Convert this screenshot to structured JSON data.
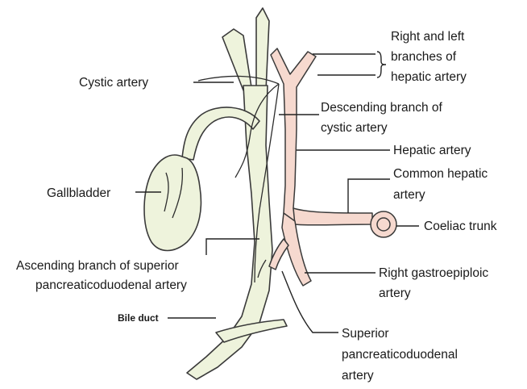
{
  "labels": {
    "right_left_branches": [
      "Right and left",
      "branches of",
      "hepatic artery"
    ],
    "cystic_artery": "Cystic artery",
    "descending_branch": [
      "Descending branch of",
      "cystic artery"
    ],
    "hepatic_artery": "Hepatic artery",
    "common_hepatic": [
      "Common hepatic",
      "artery"
    ],
    "gallbladder": "Gallbladder",
    "coeliac_trunk": "Coeliac trunk",
    "ascending_branch": [
      "Ascending branch of superior",
      "pancreaticoduodenal artery"
    ],
    "right_gastroepiploic": [
      "Right gastroepiploic",
      "artery"
    ],
    "bile_duct": "Bile duct",
    "superior_pd": [
      "Superior",
      "pancreaticoduodenal",
      "artery"
    ]
  },
  "colors": {
    "duct_fill": "#eef3dc",
    "artery_fill": "#f6d9cf",
    "outline": "#3a3a3a"
  }
}
